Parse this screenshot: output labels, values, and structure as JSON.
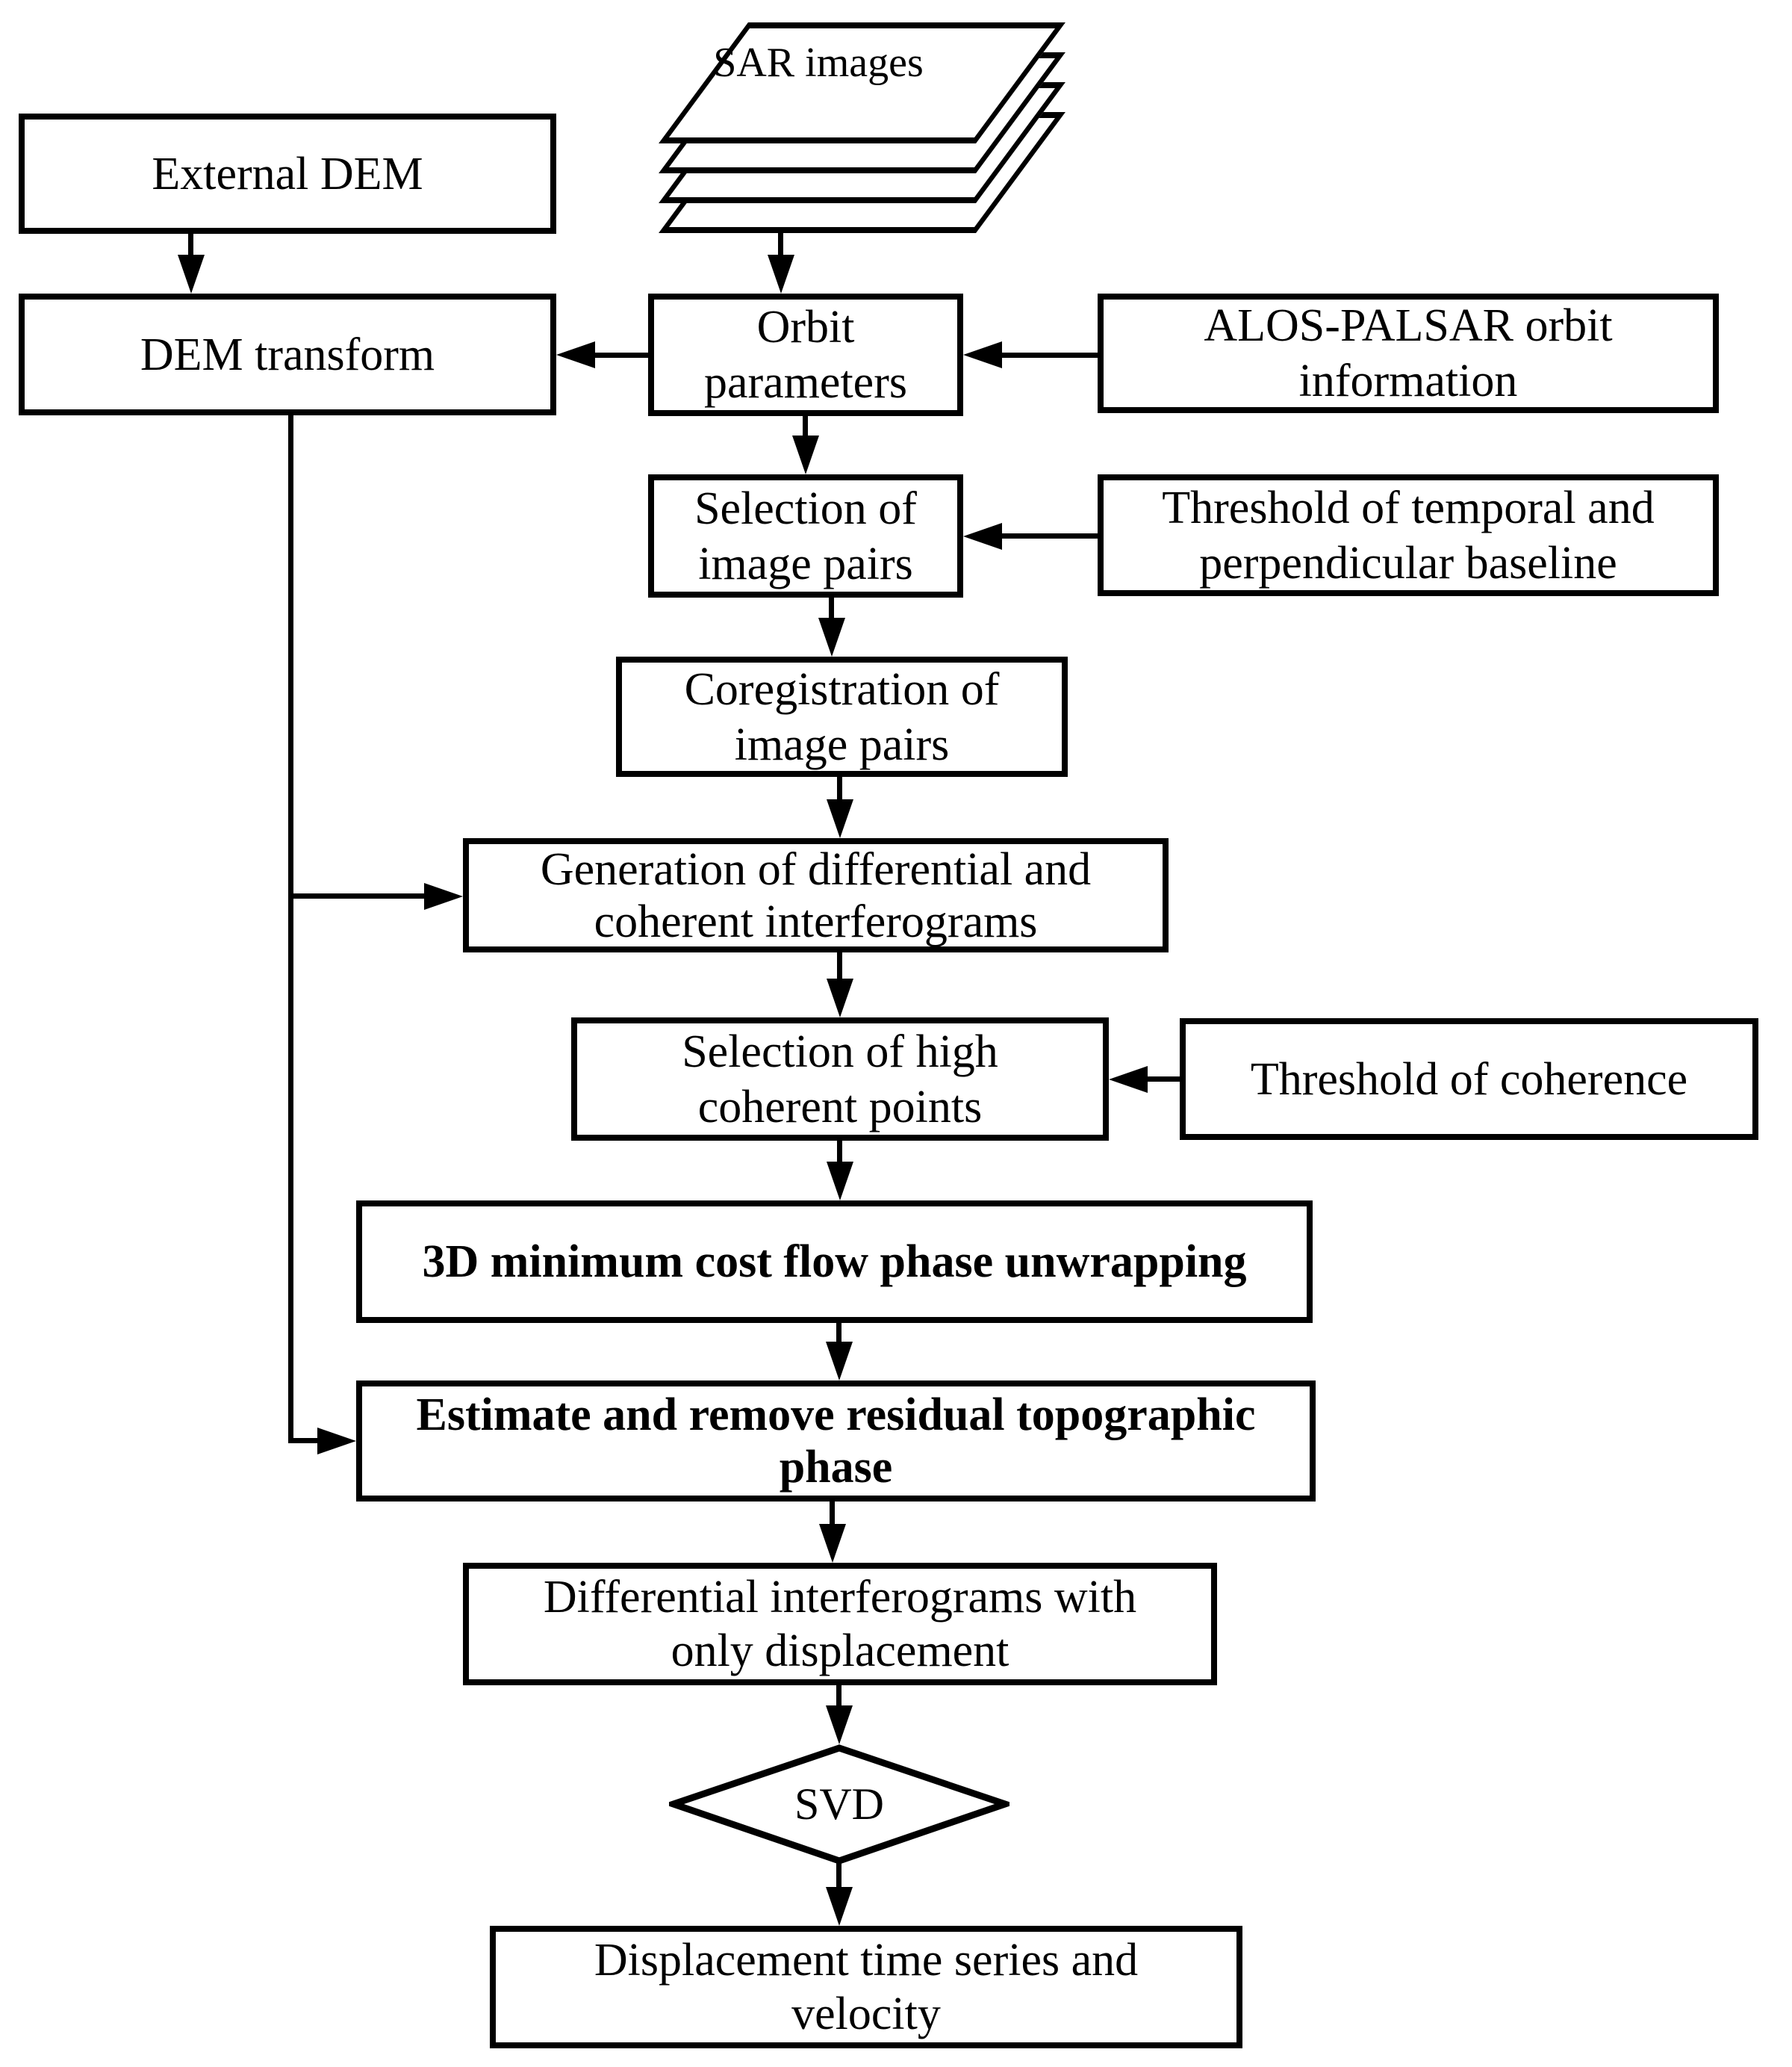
{
  "diagram": {
    "colors": {
      "stroke": "#000000",
      "background": "#ffffff"
    },
    "nodes": {
      "sar_images": {
        "label": "SAR images"
      },
      "external_dem": {
        "label": "External DEM"
      },
      "dem_transform": {
        "label": "DEM transform"
      },
      "orbit_parameters": {
        "line1": "Orbit",
        "line2": "parameters"
      },
      "alos_orbit_info": {
        "line1": "ALOS-PALSAR orbit",
        "line2": "information"
      },
      "selection_image_pairs": {
        "line1": "Selection of",
        "line2": "image pairs"
      },
      "threshold_baseline": {
        "line1": "Threshold of temporal and",
        "line2": "perpendicular baseline"
      },
      "coregistration": {
        "line1": "Coregistration of",
        "line2": "image pairs"
      },
      "generation_interferograms": {
        "line1": "Generation of differential and",
        "line2": "coherent interferograms"
      },
      "selection_high_coherent": {
        "line1": "Selection of high",
        "line2": "coherent points"
      },
      "threshold_coherence": {
        "label": "Threshold of coherence"
      },
      "mcf_unwrapping": {
        "label": "3D minimum cost flow phase unwrapping"
      },
      "estimate_remove": {
        "line1": "Estimate and remove residual topographic",
        "line2": "phase"
      },
      "differential_displacement": {
        "line1": "Differential interferograms with",
        "line2": "only displacement"
      },
      "svd": {
        "label": "SVD"
      },
      "displacement_series": {
        "line1": "Displacement time series and",
        "line2": "velocity"
      }
    },
    "edges": [
      {
        "from": "sar_images",
        "to": "orbit_parameters"
      },
      {
        "from": "external_dem",
        "to": "dem_transform"
      },
      {
        "from": "orbit_parameters",
        "to": "dem_transform"
      },
      {
        "from": "alos_orbit_info",
        "to": "orbit_parameters"
      },
      {
        "from": "orbit_parameters",
        "to": "selection_image_pairs"
      },
      {
        "from": "threshold_baseline",
        "to": "selection_image_pairs"
      },
      {
        "from": "selection_image_pairs",
        "to": "coregistration"
      },
      {
        "from": "coregistration",
        "to": "generation_interferograms"
      },
      {
        "from": "dem_transform",
        "to": "generation_interferograms"
      },
      {
        "from": "generation_interferograms",
        "to": "selection_high_coherent"
      },
      {
        "from": "threshold_coherence",
        "to": "selection_high_coherent"
      },
      {
        "from": "selection_high_coherent",
        "to": "mcf_unwrapping"
      },
      {
        "from": "mcf_unwrapping",
        "to": "estimate_remove"
      },
      {
        "from": "dem_transform",
        "to": "estimate_remove"
      },
      {
        "from": "estimate_remove",
        "to": "differential_displacement"
      },
      {
        "from": "differential_displacement",
        "to": "svd"
      },
      {
        "from": "svd",
        "to": "displacement_series"
      }
    ]
  }
}
